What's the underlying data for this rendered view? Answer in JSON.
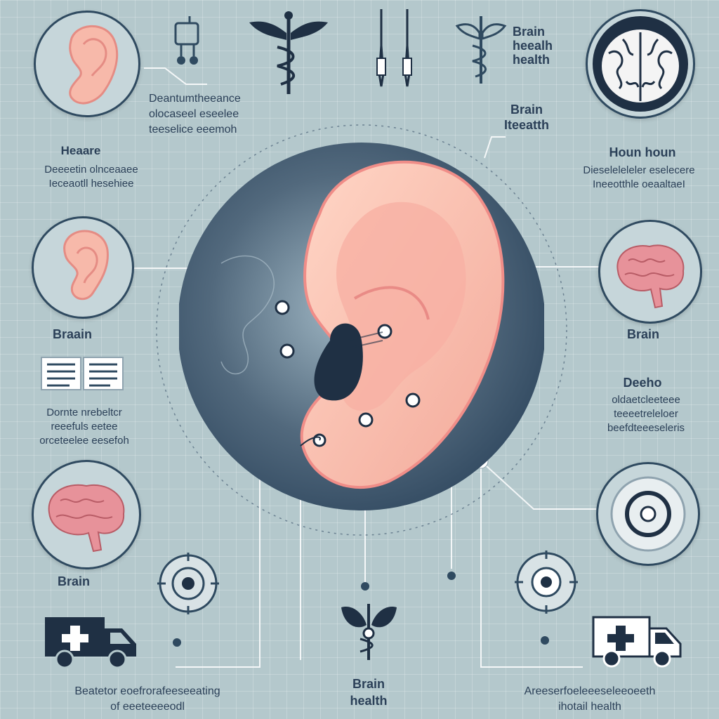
{
  "labels": {
    "top_right_heading": "Brain\nheealh\nhealth",
    "top_center_paragraph": "Deantumtheeance\nolocaseel eseelee\nteeselice eeemoh",
    "top_right_brain_label": "Brain\nIteeatth",
    "left_heading_1": "Heaare",
    "left_paragraph_1": "Deeeetin olnceaaee\nIeceaotll hesehiee",
    "right_heading_1": "Houn houn",
    "right_paragraph_1": "Dieseleleleler eselecere\nIneeotthle oeaaltaeI",
    "left_brain_label": "Braain",
    "right_brain_label": "Brain",
    "left_paragraph_2": "Dornte nrebeltcr\nreeefuls eetee\norceteelee eesefoh",
    "right_heading_2": "Deeho",
    "right_paragraph_2": "oldaetcleeteee\nteeeetreleloer\nbeefdteeeseleris",
    "bottom_left_brain_label": "Brain",
    "bottom_left_paragraph": "Beatetor eoefrorafeeseeating\nof eeeteeeeodl",
    "bottom_center_heading": "Brain\nhealth",
    "bottom_right_paragraph": "Areeserfoeleeeseleeoeeth\nihotail health"
  },
  "colors": {
    "background": "#b4c8cc",
    "navy": "#2f4a60",
    "ear_pink": "#f4b8aa",
    "brain_pink": "#e7929a",
    "ear_canal": "#1f3044"
  },
  "icons": {
    "top_left_circle": "ear-icon",
    "top_right_circle": "brain-cross-section-icon",
    "left_circle": "ear-icon",
    "right_circle": "brain-icon",
    "bottom_left_circle": "brain-icon",
    "bottom_right_circle": "hearing-device-icon",
    "center": "ear-illustration",
    "top_row": [
      "stethoscope-icon",
      "caduceus-icon",
      "instrument-pair-icon",
      "caduceus-icon"
    ],
    "left_booklet": "booklet-icon",
    "bottom_targets": [
      "target-icon",
      "target-icon"
    ],
    "ambulances": [
      "ambulance-icon",
      "ambulance-icon"
    ],
    "bottom_center": "butterfly-caduceus-icon"
  }
}
